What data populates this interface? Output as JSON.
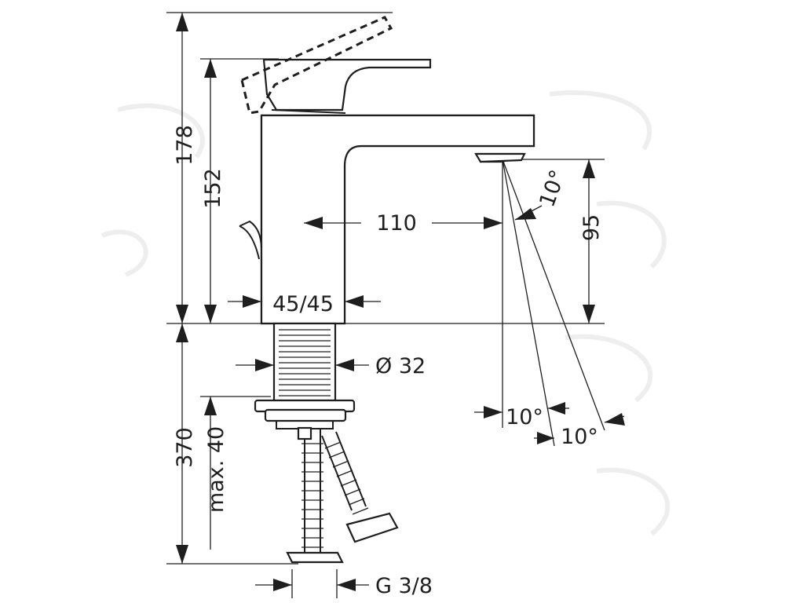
{
  "dimensions": {
    "total_height": "178",
    "lever_height": "152",
    "spout_reach": "110",
    "spout_outlet_height": "95",
    "body_size": "45/45",
    "shank_diameter": "Ø 32",
    "max_counter_thickness": "max. 40",
    "hose_length": "370",
    "connection_thread": "G 3/8",
    "angle_top": "10°",
    "angle_bottom_left": "10°",
    "angle_bottom_right": "10°"
  }
}
